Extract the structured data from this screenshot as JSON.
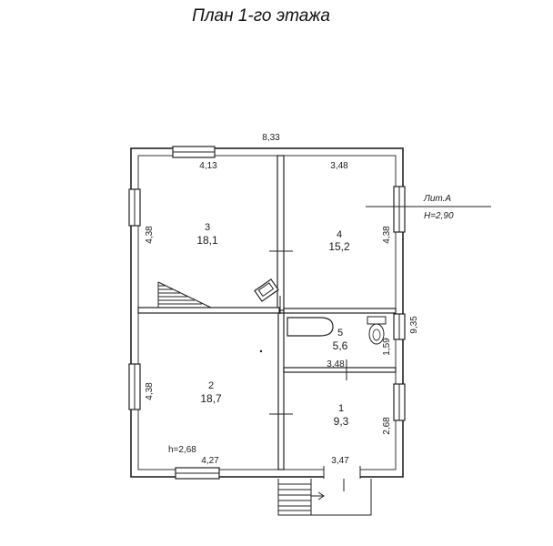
{
  "title": "План 1-го этажа",
  "overall_width": "8,33",
  "overall_height": "9,35",
  "lit": {
    "name": "Лит.А",
    "height": "Н=2,90"
  },
  "rooms": [
    {
      "num": "1",
      "area": "9,3"
    },
    {
      "num": "2",
      "area": "18,7"
    },
    {
      "num": "3",
      "area": "18,1"
    },
    {
      "num": "4",
      "area": "15,2"
    },
    {
      "num": "5",
      "area": "5,6"
    }
  ],
  "dims": {
    "r3_width": "4,13",
    "r3_height": "4,38",
    "r4_width": "3,48",
    "r4_height": "4,38",
    "r5_width": "3,48",
    "r5_height": "1,59",
    "r2_height": "4,38",
    "r2_width": "4,27",
    "r2_ceiling": "h=2,68",
    "r1_height": "2,68",
    "r1_width": "3,47"
  }
}
